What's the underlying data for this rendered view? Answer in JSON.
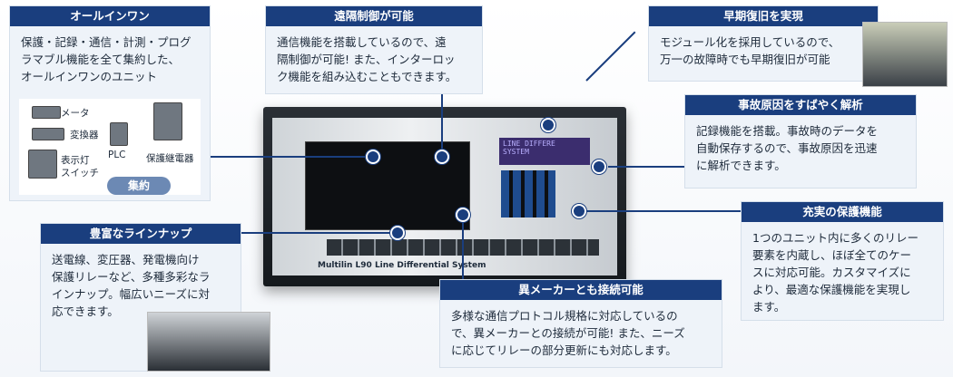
{
  "cards": {
    "all_in_one": {
      "title": "オールインワン",
      "body": "保護・記録・通信・計測・プログ\nラマブル機能を全て集約した、\nオールインワンのユニット"
    },
    "remote": {
      "title": "遠隔制御が可能",
      "body": "通信機能を搭載しているので、遠\n隔制御が可能! また、インターロッ\nク機能を組み込むこともできます。"
    },
    "early_recovery": {
      "title": "早期復旧を実現",
      "body": "モジュール化を採用しているので、\n万一の故障時でも早期復旧が可能"
    },
    "analysis": {
      "title": "事故原因をすばやく解析",
      "body": "記録機能を搭載。事故時のデータを\n自動保存するので、事故原因を迅速\nに解析できます。"
    },
    "protection": {
      "title": "充実の保護機能",
      "body": "1つのユニット内に多くのリレー\n要素を内蔵し、ほぼ全てのケー\nスに対応可能。カスタマイズに\nより、最適な保護機能を実現し\nます。"
    },
    "lineup": {
      "title": "豊富なラインナップ",
      "body": "送電線、変圧器、発電機向け\n保護リレーなど、多種多彩なラ\nインナップ。幅広いニーズに対\n応できます。"
    },
    "interop": {
      "title": "異メーカーとも接続可能",
      "body": "多様な通信プロトコル規格に対応しているの\nで、異メーカーとの接続が可能! また、ニーズ\nに応じてリレーの部分更新にも対応します。"
    }
  },
  "diagram": {
    "meter": "メータ",
    "converter": "変換器",
    "indicator": "表示灯",
    "switch": "スイッチ",
    "plc": "PLC",
    "relay": "保護継電器",
    "collect": "集約"
  },
  "device": {
    "lcd_line1": "LINE DIFFERE",
    "lcd_line2": "SYSTEM",
    "brand": "Multilin L90 Line Differential System"
  },
  "colors": {
    "accent": "#1a3e7e",
    "card_bg": "#eef3f9"
  }
}
